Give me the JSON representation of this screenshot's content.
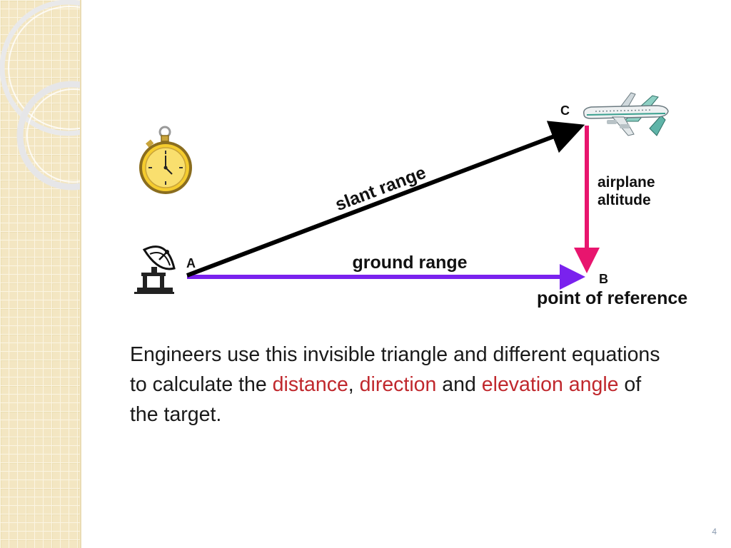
{
  "diagram": {
    "point_a_label": "A",
    "point_b_label": "B",
    "point_c_label": "C",
    "slant_label": "slant range",
    "ground_label": "ground range",
    "altitude_line1": "airplane",
    "altitude_line2": "altitude",
    "reference_label": "point of reference"
  },
  "colors": {
    "slant_arrow": "#000000",
    "ground_arrow": "#7a22ee",
    "altitude_arrow": "#e8156e",
    "highlight_text": "#c0282d",
    "sidebar": "#f3e6c2"
  },
  "icons": [
    "radar-dish-icon",
    "stopwatch-icon",
    "airplane-icon"
  ],
  "body": {
    "part1": "Engineers use this invisible triangle and different equations to calculate the ",
    "word_distance": "distance",
    "sep1": ", ",
    "word_direction": "direction",
    "part2": " and ",
    "word_elevation": "elevation angle",
    "part3": " of the target."
  },
  "slide_number": "4"
}
